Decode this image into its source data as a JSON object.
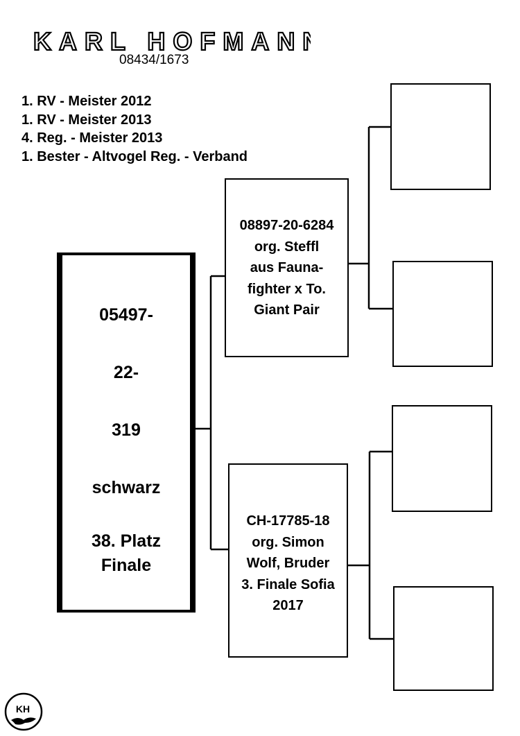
{
  "header": {
    "breeder_name": "KARL HOFMANN",
    "breeder_number": "08434/1673"
  },
  "achievements": [
    "1. RV - Meister 2012",
    "1. RV - Meister 2013",
    "4. Reg. - Meister 2013",
    "1. Bester - Altvogel Reg. - Verband"
  ],
  "bird": {
    "lines": [
      "05497-",
      "22-",
      "319",
      "schwarz",
      "38. Platz",
      "Finale"
    ]
  },
  "sire": {
    "lines": [
      "08897-20-6284",
      "org. Steffl",
      "aus Fauna-",
      "fighter x To.",
      "Giant Pair"
    ]
  },
  "dam": {
    "lines": [
      "CH-17785-18",
      "org. Simon",
      "Wolf, Bruder",
      "3. Finale Sofia",
      "2017"
    ]
  },
  "logo": {
    "text": "KH",
    "icon": "dove-icon"
  },
  "colors": {
    "ink": "#000000",
    "background": "#ffffff"
  }
}
